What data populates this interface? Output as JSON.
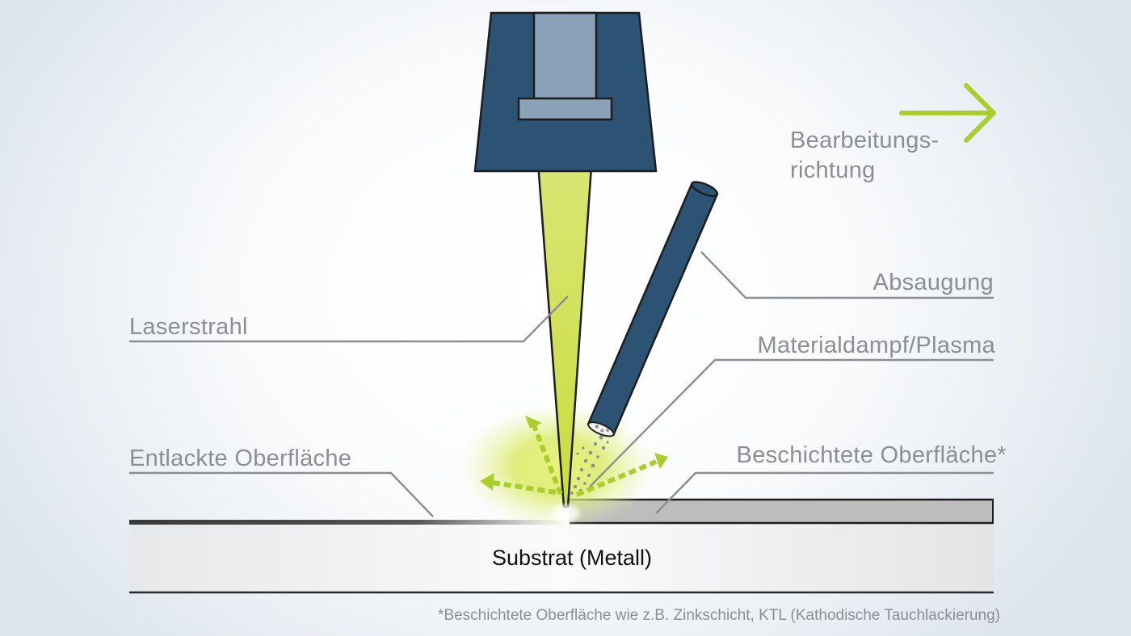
{
  "labels": {
    "direction_line1": "Bearbeitungs-",
    "direction_line2": "richtung",
    "suction": "Absaugung",
    "laser_beam": "Laserstrahl",
    "vapor_plasma": "Materialdampf/Plasma",
    "stripped_surface": "Entlackte Oberfläche",
    "coated_surface": "Beschichtete Oberfläche*",
    "substrate": "Substrat (Metall)"
  },
  "footnote": "*Beschichtete Oberfläche wie z.B. Zinkschicht, KTL (Kathodische Tauchlackierung)",
  "icons": {
    "direction": "arrow-right-icon",
    "spray": "dashed-arrow-icon"
  },
  "colors": {
    "nozzle": "#2d5374",
    "nozzle_insert": "#8aa2b8",
    "beam": "#d2e25c",
    "accent_green": "#a8cf2e",
    "coating": "#bdbdbd",
    "label_gray": "#8b8e92",
    "outline": "#1d1d1d"
  }
}
